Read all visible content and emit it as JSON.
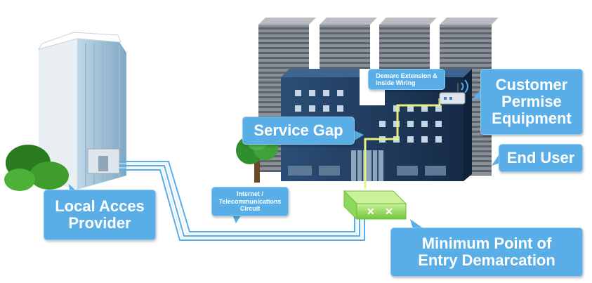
{
  "labels": {
    "local_access_provider": [
      "Local Acces",
      "Provider"
    ],
    "internet_circuit": [
      "Internet /",
      "Telecommunications",
      "Circuit"
    ],
    "service_gap": "Service Gap",
    "demarc_extension": [
      "Demarc Extension &",
      "Inside Wiring"
    ],
    "customer_premise_equipment": [
      "Customer",
      "Permise",
      "Equipment"
    ],
    "end_user": "End User",
    "minimum_point_of_entry": [
      "Minimum Point of",
      "Entry Demarcation"
    ]
  },
  "colors": {
    "callout": "#5aaee8",
    "circuit_line": "#5aaee8",
    "inside_wiring": "#e8f080",
    "office_building": "#1e3a5c",
    "tower": "#8e939a",
    "demarc_box": "#8fd860",
    "tree_leaves": "#2f8f2f"
  },
  "icons": [
    "local-provider-building-icon",
    "office-building-icon",
    "background-tower-icon",
    "tree-icon",
    "shrub-icon",
    "router-icon",
    "demarc-box-icon"
  ]
}
